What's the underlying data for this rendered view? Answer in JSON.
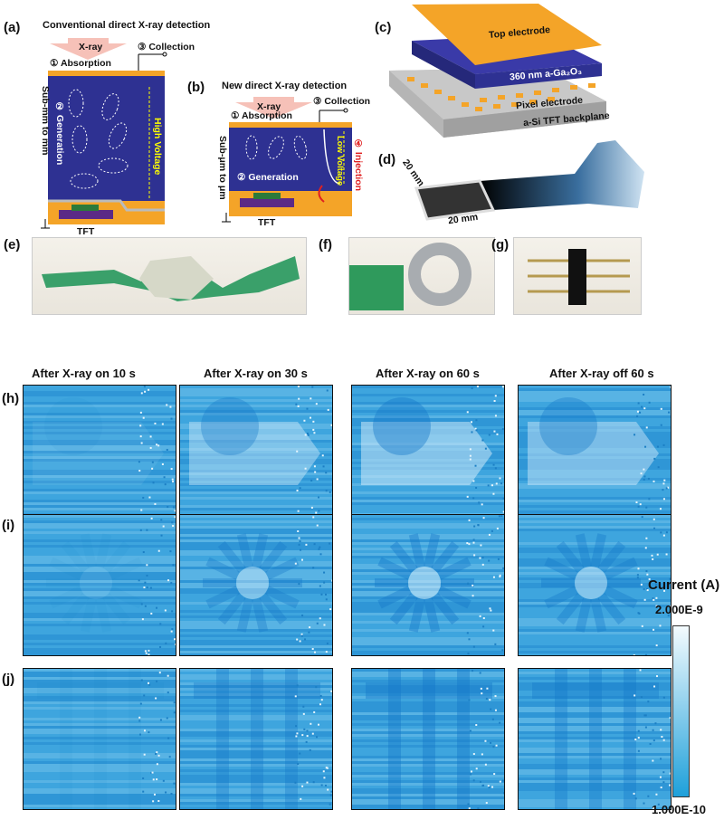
{
  "panels": {
    "a": {
      "label": "(a)",
      "title": "Conventional direct X-ray detection",
      "xray": "X-ray",
      "absorption": "① Absorption",
      "collection": "③ Collection",
      "generation": "② Generation",
      "thickness": "Sub-mm to mm",
      "voltage": "High Voltage",
      "tft": "TFT"
    },
    "b": {
      "label": "(b)",
      "title": "New direct X-ray detection",
      "xray": "X-ray",
      "absorption": "① Absorption",
      "collection": "③ Collection",
      "generation": "② Generation",
      "thickness": "Sub-μm to μm",
      "voltage": "Low Voltage",
      "injection": "④ Injection",
      "tft": "TFT"
    },
    "c": {
      "label": "(c)",
      "top_electrode": "Top electrode",
      "layer": "360 nm a-Ga₂O₃",
      "pixel_electrode": "Pixel electrode",
      "backplane": "a-Si TFT backplane"
    },
    "d": {
      "label": "(d)",
      "dim_vertical": "20 mm",
      "dim_horizontal": "20 mm"
    },
    "e": {
      "label": "(e)"
    },
    "f": {
      "label": "(f)"
    },
    "g": {
      "label": "(g)"
    }
  },
  "heatmaps": {
    "columns": [
      "After X-ray on 10 s",
      "After X-ray on 30 s",
      "After X-ray on 60 s",
      "After X-ray off 60 s"
    ],
    "rows": [
      {
        "label": "(h)",
        "object": "nut"
      },
      {
        "label": "(i)",
        "object": "coil"
      },
      {
        "label": "(j)",
        "object": "pin-header"
      }
    ]
  },
  "colorbar": {
    "title": "Current (A)",
    "max": "2.000E-9",
    "min": "1.000E-10",
    "color_low": "#1ea0da",
    "color_high": "#f4fbfe"
  }
}
